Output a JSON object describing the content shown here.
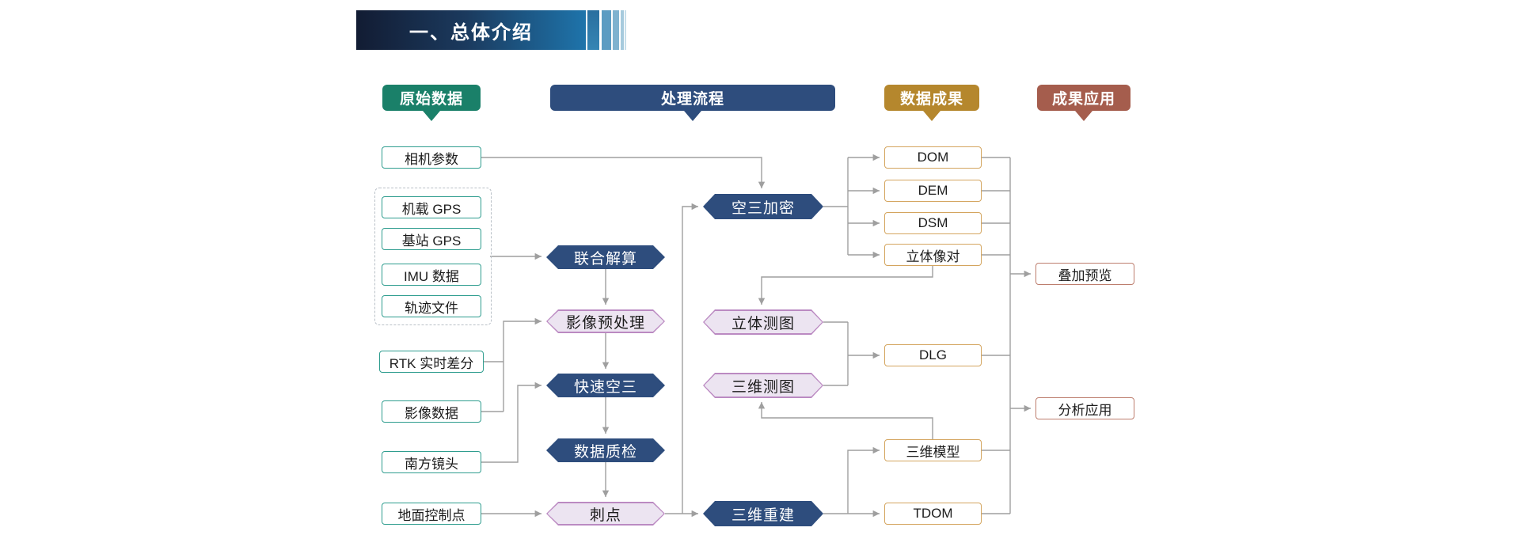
{
  "banner": {
    "title": "一、总体介绍"
  },
  "headers": [
    {
      "id": "raw",
      "label": "原始数据"
    },
    {
      "id": "process",
      "label": "处理流程"
    },
    {
      "id": "results",
      "label": "数据成果"
    },
    {
      "id": "apps",
      "label": "成果应用"
    }
  ],
  "raw_nodes": [
    {
      "label": "相机参数"
    },
    {
      "label": "机载 GPS"
    },
    {
      "label": "基站 GPS"
    },
    {
      "label": "IMU 数据"
    },
    {
      "label": "轨迹文件"
    },
    {
      "label": "RTK 实时差分"
    },
    {
      "label": "影像数据"
    },
    {
      "label": "南方镜头"
    },
    {
      "label": "地面控制点"
    }
  ],
  "process_nodes": [
    {
      "label": "联合解算",
      "style": "dark"
    },
    {
      "label": "影像预处理",
      "style": "light"
    },
    {
      "label": "快速空三",
      "style": "dark"
    },
    {
      "label": "数据质检",
      "style": "dark"
    },
    {
      "label": "刺点",
      "style": "light"
    },
    {
      "label": "空三加密",
      "style": "dark"
    },
    {
      "label": "立体测图",
      "style": "light"
    },
    {
      "label": "三维测图",
      "style": "light"
    },
    {
      "label": "三维重建",
      "style": "dark"
    }
  ],
  "result_nodes": [
    {
      "label": "DOM"
    },
    {
      "label": "DEM"
    },
    {
      "label": "DSM"
    },
    {
      "label": "立体像对"
    },
    {
      "label": "DLG"
    },
    {
      "label": "三维模型"
    },
    {
      "label": "TDOM"
    }
  ],
  "app_nodes": [
    {
      "label": "叠加预览"
    },
    {
      "label": "分析应用"
    }
  ],
  "colors": {
    "banner_dark": "#121c33",
    "banner_blue": "#1e74ab",
    "header_green": "#1a8069",
    "header_blue": "#2e4d7d",
    "header_gold": "#b5872d",
    "header_brown": "#a55d4d",
    "node_teal_border": "#2f9d8f",
    "result_gold_border": "#d4a55f",
    "app_red_border": "#bd7e6e",
    "hex_dark_fill": "#2e4d7d",
    "hex_light_fill": "#ece4f1",
    "hex_light_border": "#bb8ac2",
    "connector_gray": "#9f9f9f"
  }
}
